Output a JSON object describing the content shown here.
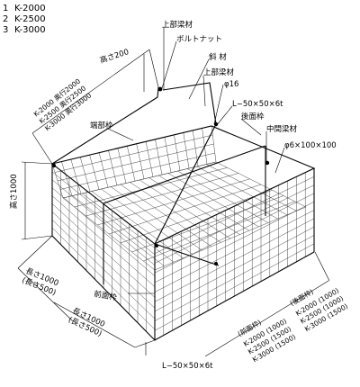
{
  "models": [
    {
      "num": "1",
      "name": "K-2000"
    },
    {
      "num": "2",
      "name": "K-2500"
    },
    {
      "num": "3",
      "name": "K-3000"
    }
  ],
  "labels": {
    "height_200": "高さ200",
    "upper_beam_top": "上部梁材",
    "bolt_nut": "ボルトナット",
    "diagonal": "斜 材",
    "upper_beam_mid": "上部梁材",
    "phi16": "φ16",
    "angle_top": "L−50×50×6t",
    "rear_frame": "後面枠",
    "end_frame": "端部枠",
    "middle_beam": "中間梁材",
    "mesh": "φ6×100×100",
    "height_1000": "高さ1000",
    "front_frame": "前面枠",
    "angle_bottom": "L−50×50×6t"
  },
  "depth_specs": [
    "K-2000 奥行2000",
    "K-2500 奥行2500",
    "K-3000 奥行3000"
  ],
  "length_left": {
    "main": "長さ1000",
    "alt": "(長さ500)"
  },
  "length_front": {
    "main": "長さ1000",
    "alt": "(長さ500)"
  },
  "front_frame_spec": {
    "title": "(前面枠)",
    "rows": [
      "K-2000 (1000)",
      "K-2500 (1500)",
      "K-3000 (1500)"
    ]
  },
  "rear_frame_spec": {
    "title": "(後面枠)",
    "rows": [
      "K-2000 (1000)",
      "K-2500 (1000)",
      "K-3000 (1500)"
    ]
  }
}
